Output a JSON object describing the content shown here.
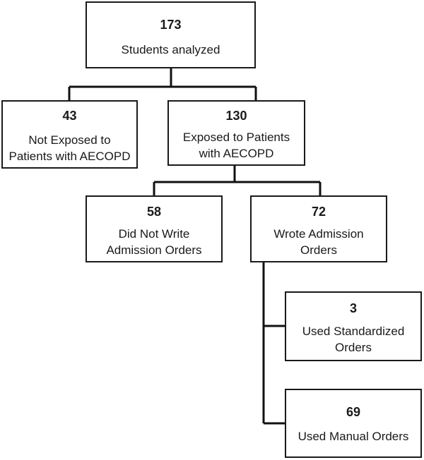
{
  "nodes": {
    "students_analyzed": {
      "count": "173",
      "label": "Students analyzed"
    },
    "not_exposed": {
      "count": "43",
      "label_line1": "Not Exposed to",
      "label_line2": "Patients with AECOPD"
    },
    "exposed": {
      "count": "130",
      "label_line1": "Exposed to Patients",
      "label_line2": "with AECOPD"
    },
    "did_not_write": {
      "count": "58",
      "label_line1": "Did Not Write",
      "label_line2": "Admission Orders"
    },
    "wrote_orders": {
      "count": "72",
      "label_line1": "Wrote Admission",
      "label_line2": "Orders"
    },
    "standardized": {
      "count": "3",
      "label_line1": "Used Standardized",
      "label_line2": "Orders"
    },
    "manual": {
      "count": "69",
      "label": "Used Manual Orders"
    }
  }
}
